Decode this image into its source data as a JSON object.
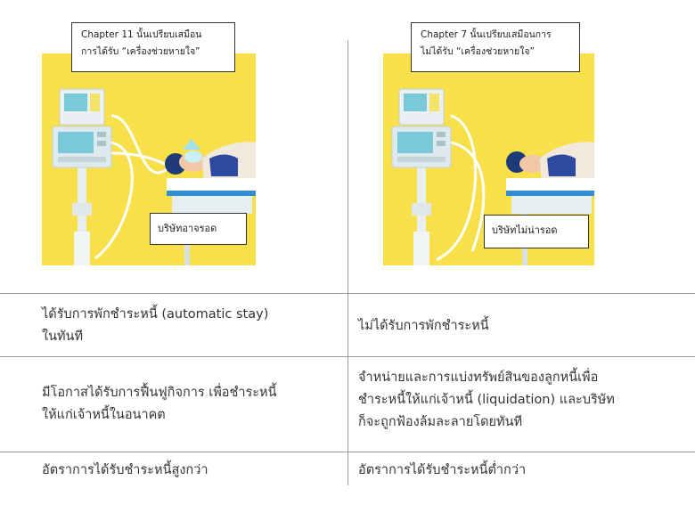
{
  "left": {
    "callout_line1": "Chapter 11 นั้นเปรียบเสมือน",
    "callout_line2": "การได้รับ “เครื่องช่วยหายใจ”",
    "outcome_label": "บริษัทอาจรอด",
    "scene_icon": "ventilator-patient-with-mask"
  },
  "right": {
    "callout_line1": "Chapter 7 นั้นเปรียบเสมือนการ",
    "callout_line2": "ไม่ได้รับ “เครื่องช่วยหายใจ”",
    "outcome_label": "บริษัทไม่น่ารอด",
    "scene_icon": "ventilator-patient-without-mask"
  },
  "rows": [
    {
      "left": [
        "ได้รับการพักชำระหนี้ (automatic stay)",
        "ในทันที"
      ],
      "right": [
        "ไม่ได้รับการพักชำระหนี้"
      ]
    },
    {
      "left": [
        "มีโอกาสได้รับการฟื้นฟูกิจการ เพื่อชำระหนี้",
        "ให้แก่เจ้าหนี้ในอนาคต"
      ],
      "right": [
        "จำหน่ายและการแบ่งทรัพย์สินของลูกหนี้เพื่อ",
        "ชำระหนี้ให้แก่เจ้าหนี้ (liquidation) และบริษัท",
        "ก็จะถูกฟ้องล้มละลายโดยทันที"
      ]
    },
    {
      "left": [
        "อัตราการได้รับชำระหนี้สูงกว่า"
      ],
      "right": [
        "อัตราการได้รับชำระหนี้ต่ำกว่า"
      ]
    }
  ],
  "colors": {
    "illustration_bg": "#f7e04a",
    "machine": "#dde9ee",
    "screen": "#79c9d9",
    "bed": "#2f8fd0",
    "patient": "#1e3a78"
  }
}
